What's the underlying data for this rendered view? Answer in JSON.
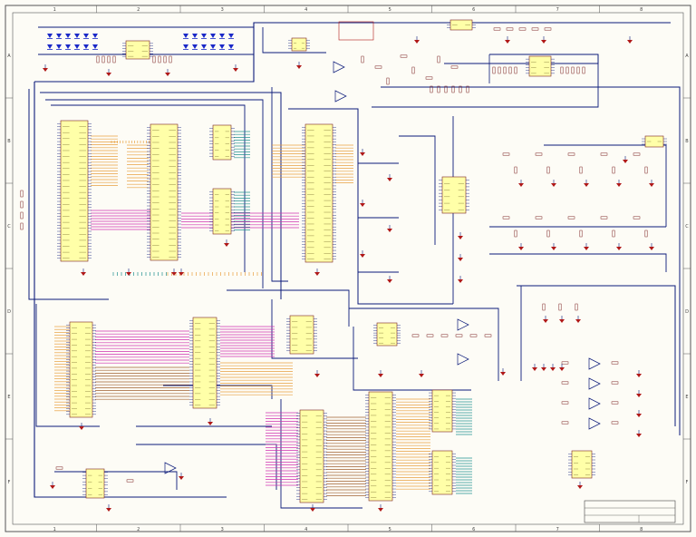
{
  "sheet": {
    "columns": [
      "1",
      "2",
      "3",
      "4",
      "5",
      "6",
      "7",
      "8"
    ],
    "rows": [
      "A",
      "B",
      "C",
      "D",
      "E",
      "F"
    ],
    "colors": {
      "frame": "#555555",
      "paper": "#fdfcf6",
      "wire": "#0b1a7a",
      "chip": "#ffffa8",
      "chip_border": "#7a2020",
      "bus_orange": "#e8a040",
      "bus_magenta": "#d030b0",
      "bus_teal": "#209090",
      "bus_brown": "#a06030",
      "power_red": "#b01818",
      "diode_blue": "#1a28c8"
    }
  },
  "notes": {
    "title_box": "",
    "bottom_left": "",
    "title_block": ""
  }
}
